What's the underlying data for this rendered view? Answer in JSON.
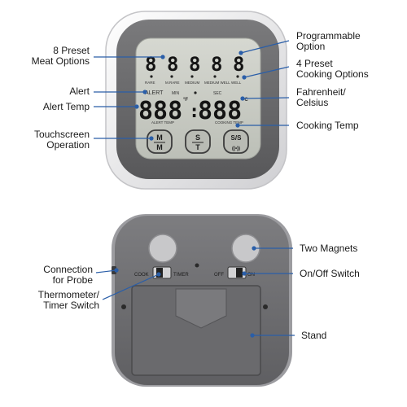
{
  "labels": {
    "preset_meat": [
      "8 Preset",
      "Meat Options"
    ],
    "alert": [
      "Alert"
    ],
    "alert_temp": [
      "Alert Temp"
    ],
    "touchscreen": [
      "Touchscreen",
      "Operation"
    ],
    "programmable": [
      "Programmable",
      "Option"
    ],
    "preset_cooking": [
      "4 Preset",
      "Cooking Options"
    ],
    "fahrenheit": [
      "Fahrenheit/",
      "Celsius"
    ],
    "cooking_temp": [
      "Cooking Temp"
    ],
    "connection_probe": [
      "Connection",
      "for Probe"
    ],
    "thermo_timer": [
      "Thermometer/",
      "Timer Switch"
    ],
    "two_magnets": [
      "Two Magnets"
    ],
    "on_off": [
      "On/Off Switch"
    ],
    "stand": [
      "Stand"
    ]
  },
  "lcd": {
    "top_digits": [
      "8",
      "8",
      "8",
      "8",
      "8"
    ],
    "doneness": [
      "RARE",
      "M.RARE",
      "MEDIUM",
      "MEDIUM WELL",
      "WELL"
    ],
    "alert_word": "ALERT",
    "min_word": "MIN",
    "sec_word": "SEC",
    "left_temp": "888",
    "right_temp": "888",
    "colon": ":",
    "deg_f": "°F",
    "deg_c": "°C",
    "alert_temp_caption": "ALERT TEMP",
    "cooking_temp_caption": "COOKING TEMP"
  },
  "buttons": {
    "m_top": "M",
    "m_bottom": "M",
    "s_top": "S",
    "s_bottom": "T",
    "ss_top": "S/S",
    "ss_bottom": "((•))"
  },
  "back": {
    "cook": "COOK",
    "timer": "TIMER",
    "off": "OFF",
    "on": "ON"
  },
  "colors": {
    "bezel": "#6b6b6d",
    "lcd": "#c9cbc4",
    "shell": "#e4e4e6",
    "back_body": "#727274",
    "line": "#2a5ea8"
  }
}
